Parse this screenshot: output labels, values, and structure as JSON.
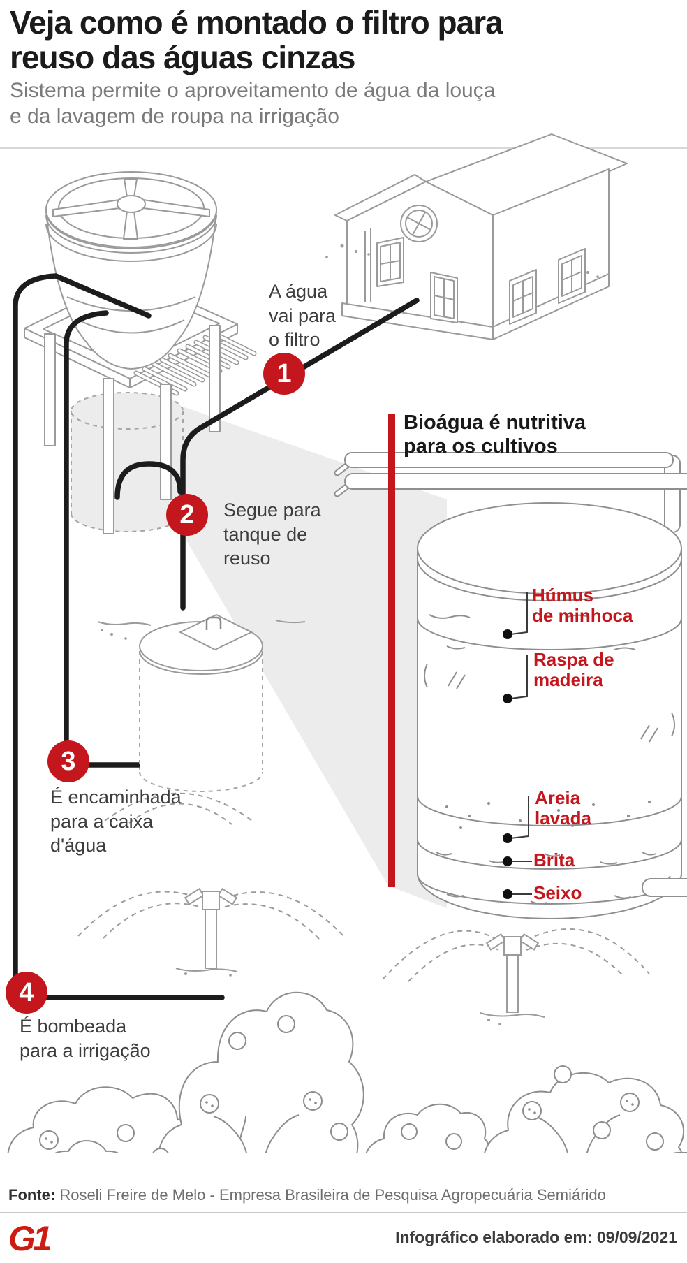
{
  "header": {
    "title": "Veja como é montado o filtro para\nreuso das águas cinzas",
    "subtitle": "Sistema permite o aproveitamento de água da louça\ne da lavagem de roupa na irrigação"
  },
  "section_heading": "Bioágua é nutritiva\npara os cultivos",
  "steps": [
    {
      "number": "1",
      "label": "A água\nvai para\no filtro"
    },
    {
      "number": "2",
      "label": "Segue para\ntanque de\nreuso"
    },
    {
      "number": "3",
      "label": "É encaminhada\npara a caixa\nd'água"
    },
    {
      "number": "4",
      "label": "É bombeada\npara a irrigação"
    }
  ],
  "filter_layers": [
    {
      "label": "Húmus\nde minhoca"
    },
    {
      "label": "Raspa de\nmadeira"
    },
    {
      "label": "Areia\nlavada"
    },
    {
      "label": "Brita"
    },
    {
      "label": "Seixo"
    }
  ],
  "footer": {
    "source_label": "Fonte:",
    "source_text": " Roseli Freire de Melo - Empresa Brasileira de Pesquisa Agropecuária Semiárido",
    "brand": "G1",
    "credit": "Infográfico elaborado em: 09/09/2021"
  },
  "colors": {
    "accent_red": "#c3171d",
    "line_gray": "#8f8f8f",
    "pipe_black": "#1c1c1c",
    "shade_gray": "#ececec"
  }
}
